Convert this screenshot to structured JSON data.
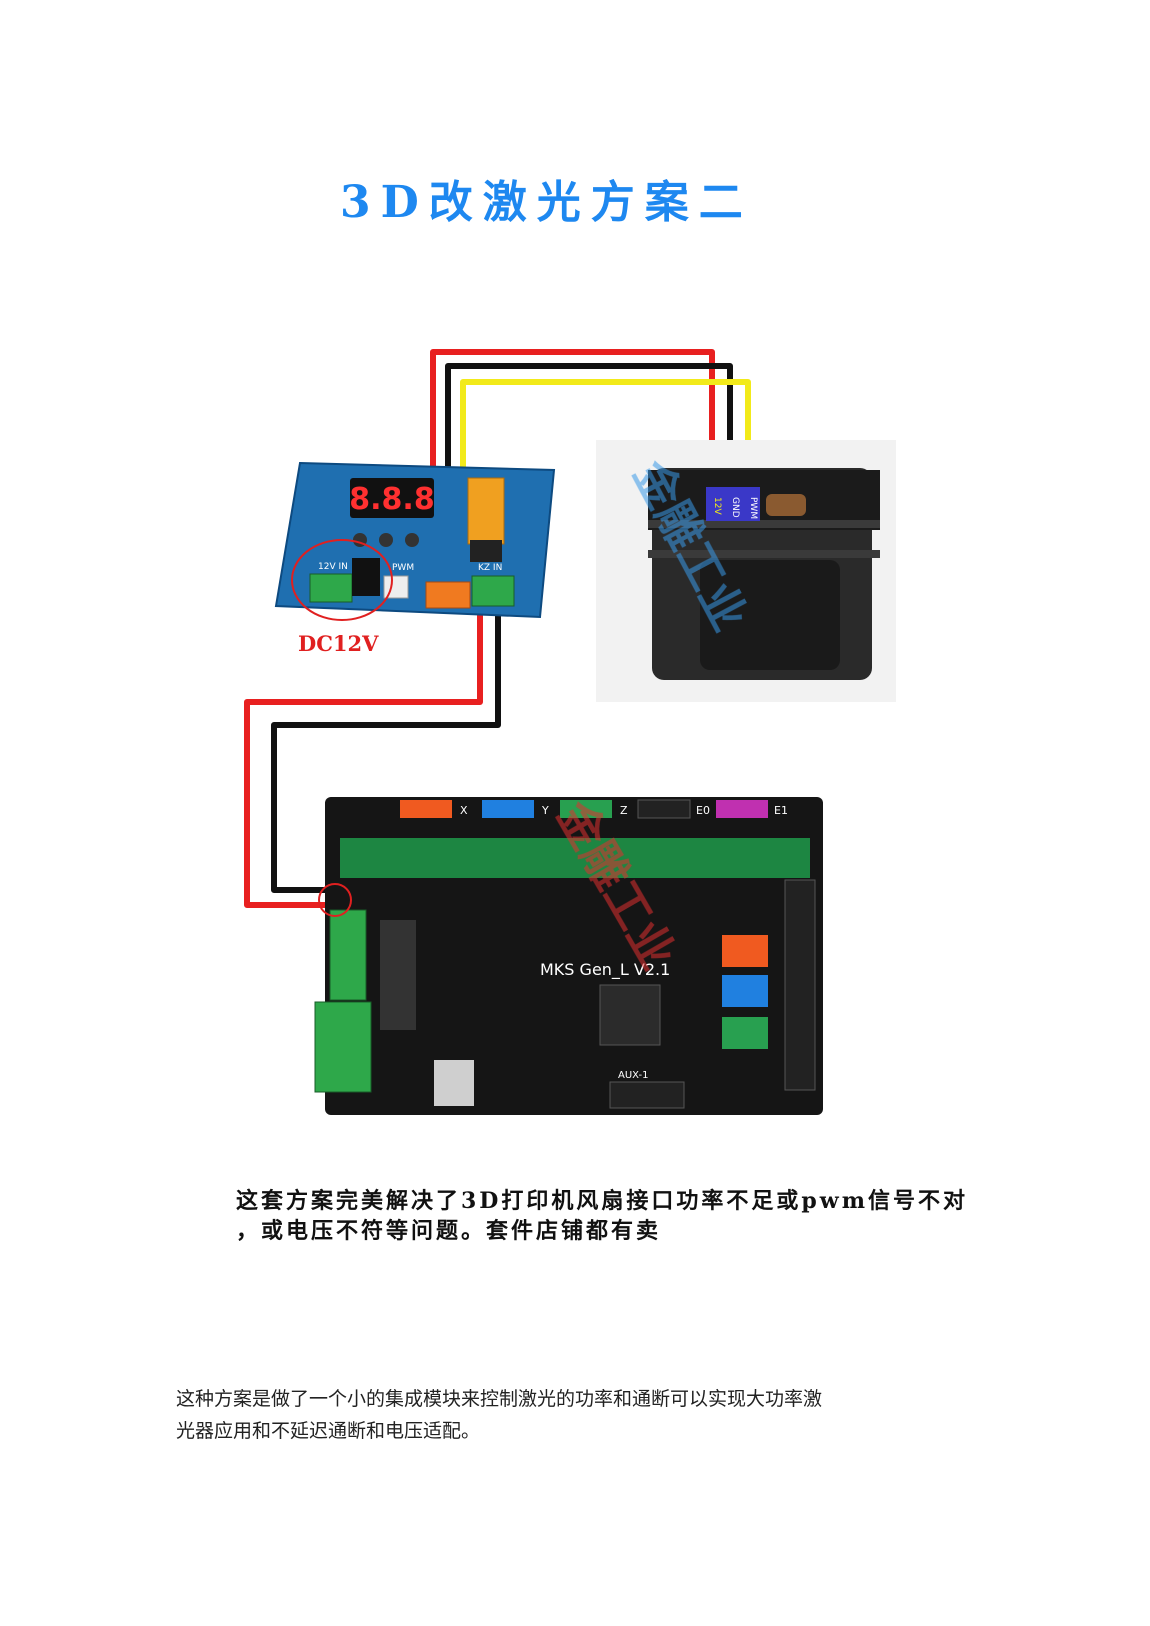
{
  "title": "3D改激光方案二",
  "diagram": {
    "dc_label": "DC12V",
    "module": {
      "display": "8.8.8",
      "in_label": "12V IN",
      "pwm_label": "PWM",
      "kz_label": "KZ IN"
    },
    "laser": {
      "pin_12v": "12V",
      "pin_gnd": "GND",
      "pin_pwm": "PWM"
    },
    "board": {
      "name": "MKS Gen_L V2.1",
      "axes": [
        "X",
        "Y",
        "Z",
        "E0",
        "E1"
      ],
      "aux": "AUX-1"
    },
    "watermark": "金雕工业",
    "colors": {
      "red_wire": "#e82020",
      "black_wire": "#111111",
      "yellow_wire": "#f2ea1a",
      "module_pcb": "#1f6fb0",
      "board_pcb": "#151515"
    }
  },
  "caption": {
    "line1": "这套方案完美解决了3D打印机风扇接口功率不足或pwm信号不对",
    "line2": "，或电压不符等问题。套件店铺都有卖"
  },
  "body": {
    "line1": "这种方案是做了一个小的集成模块来控制激光的功率和通断可以实现大功率激",
    "line2": "光器应用和不延迟通断和电压适配。"
  }
}
